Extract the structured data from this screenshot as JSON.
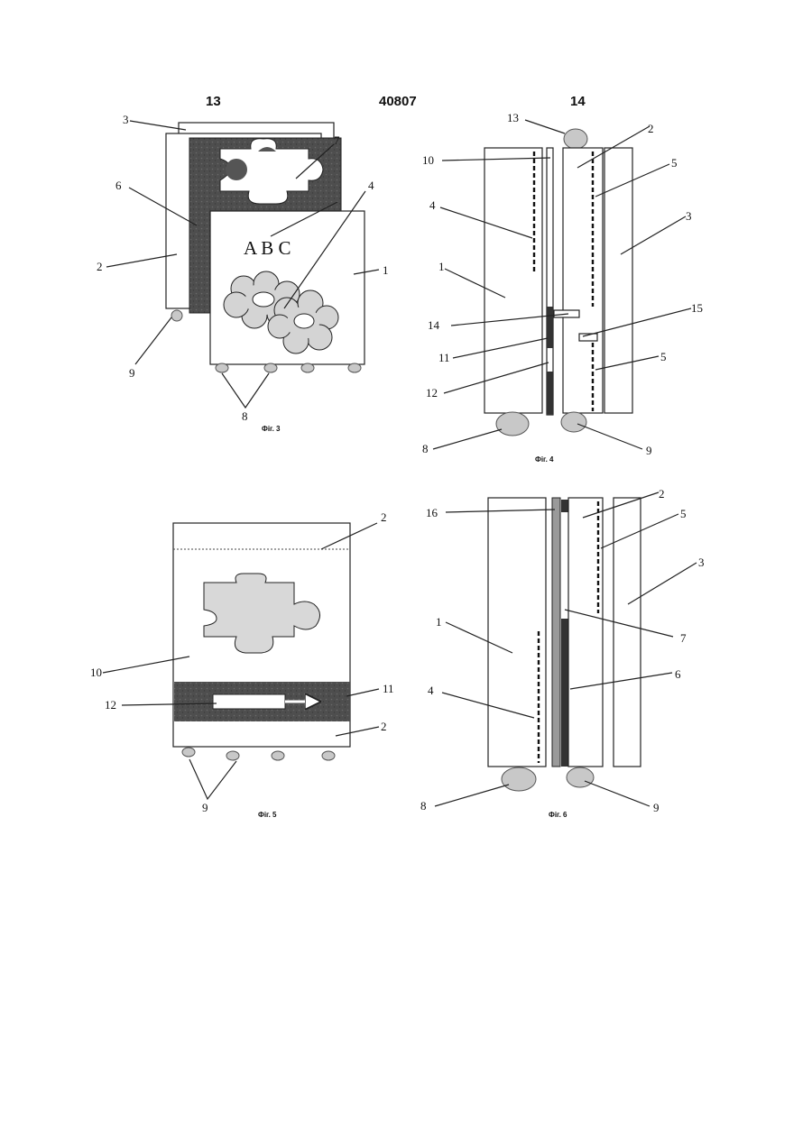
{
  "header": {
    "left": "13",
    "center": "40807",
    "right": "14"
  },
  "figures": {
    "fig3": {
      "caption": "Фіг. 3",
      "letters": "A B C",
      "labels": {
        "l3": "3",
        "l7": "7",
        "l6": "6",
        "l4": "4",
        "l2": "2",
        "l1": "1",
        "l9": "9",
        "l8": "8"
      }
    },
    "fig4": {
      "caption": "Фіг. 4",
      "labels": {
        "l13": "13",
        "l2": "2",
        "l10": "10",
        "l5a": "5",
        "l4": "4",
        "l3": "3",
        "l1": "1",
        "l15": "15",
        "l14": "14",
        "l11": "11",
        "l5b": "5",
        "l12": "12",
        "l8": "8",
        "l9": "9"
      }
    },
    "fig5": {
      "caption": "Фіг. 5",
      "labels": {
        "l2a": "2",
        "l10": "10",
        "l12": "12",
        "l11": "11",
        "l2b": "2",
        "l9": "9"
      }
    },
    "fig6": {
      "caption": "Фіг. 6",
      "labels": {
        "l2": "2",
        "l16": "16",
        "l5": "5",
        "l3": "3",
        "l1": "1",
        "l7": "7",
        "l6": "6",
        "l4": "4",
        "l8": "8",
        "l9": "9"
      }
    }
  },
  "colors": {
    "dark_panel": "#555555",
    "wheel": "#c8c8c8",
    "light_shape": "#d4d4d4"
  }
}
